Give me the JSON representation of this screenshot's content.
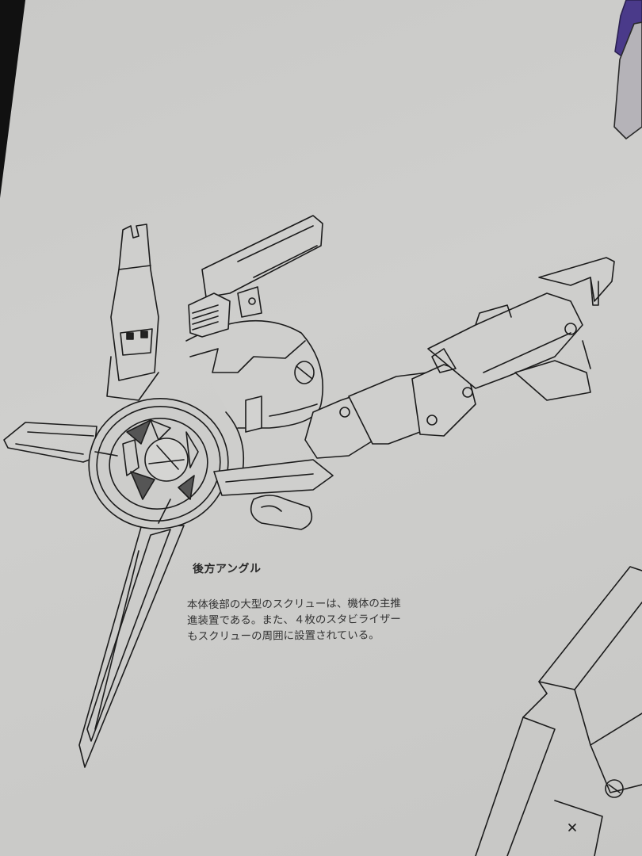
{
  "page": {
    "caption": {
      "title": "後方アングル",
      "lines": [
        "本体後部の大型のスクリューは、機体の主推",
        "進装置である。また、４枚のスタビライザー",
        "もスクリューの周囲に設置されている。"
      ]
    },
    "illustration": {
      "subject": "mecha-rear-view-line-art",
      "parts": [
        "screw-propeller",
        "spherical-body",
        "stabilizer-fins",
        "mechanical-arm",
        "shoulder-cannon",
        "clamp-unit"
      ]
    },
    "colors": {
      "paper": "#cbcbc9",
      "ink": "#1c1c1c",
      "background": "#111111",
      "accent_purple": "#4a3a8a"
    }
  }
}
